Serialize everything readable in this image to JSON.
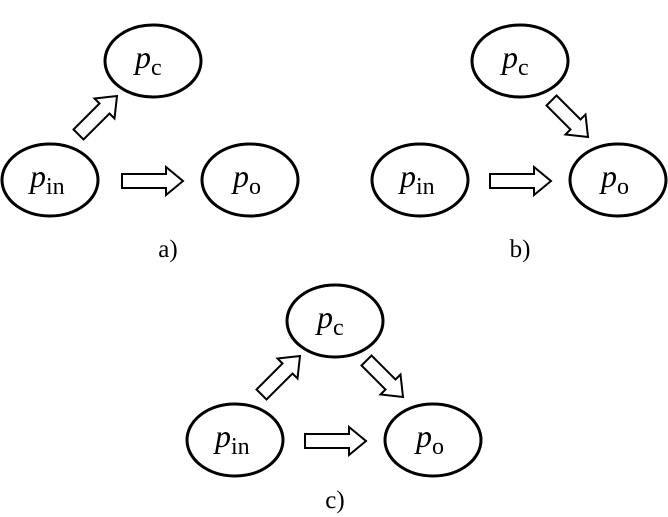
{
  "panels": {
    "a": {
      "caption": "a)",
      "nodes": {
        "pc": {
          "symbol": "p",
          "subscript": "c"
        },
        "pin": {
          "symbol": "p",
          "subscript": "in"
        },
        "po": {
          "symbol": "p",
          "subscript": "o"
        }
      }
    },
    "b": {
      "caption": "b)",
      "nodes": {
        "pc": {
          "symbol": "p",
          "subscript": "c"
        },
        "pin": {
          "symbol": "p",
          "subscript": "in"
        },
        "po": {
          "symbol": "p",
          "subscript": "o"
        }
      }
    },
    "c": {
      "caption": "c)",
      "nodes": {
        "pc": {
          "symbol": "p",
          "subscript": "c"
        },
        "pin": {
          "symbol": "p",
          "subscript": "in"
        },
        "po": {
          "symbol": "p",
          "subscript": "o"
        }
      }
    }
  }
}
